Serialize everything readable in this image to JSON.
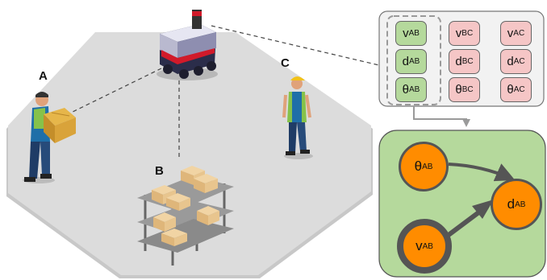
{
  "scene": {
    "labels": {
      "a": "A",
      "b": "B",
      "c": "C"
    }
  },
  "table": {
    "rows": [
      [
        {
          "sym": "v",
          "sub": "AB"
        },
        {
          "sym": "v",
          "sub": "BC"
        },
        {
          "sym": "v",
          "sub": "AC"
        }
      ],
      [
        {
          "sym": "d",
          "sub": "AB"
        },
        {
          "sym": "d",
          "sub": "BC"
        },
        {
          "sym": "d",
          "sub": "AC"
        }
      ],
      [
        {
          "sym": "θ",
          "sub": "AB"
        },
        {
          "sym": "θ",
          "sub": "BC"
        },
        {
          "sym": "θ",
          "sub": "AC"
        }
      ]
    ],
    "colors": {
      "highlight": "#b5d99c",
      "other": "#f5c6c6"
    }
  },
  "graph": {
    "nodes": {
      "theta": {
        "sym": "θ",
        "sub": "AB"
      },
      "d": {
        "sym": "d",
        "sub": "AB"
      },
      "v": {
        "sym": "v",
        "sub": "AB"
      }
    },
    "colors": {
      "node": "#ff8c00",
      "panel": "#b5d99c",
      "edge": "#555555"
    }
  }
}
